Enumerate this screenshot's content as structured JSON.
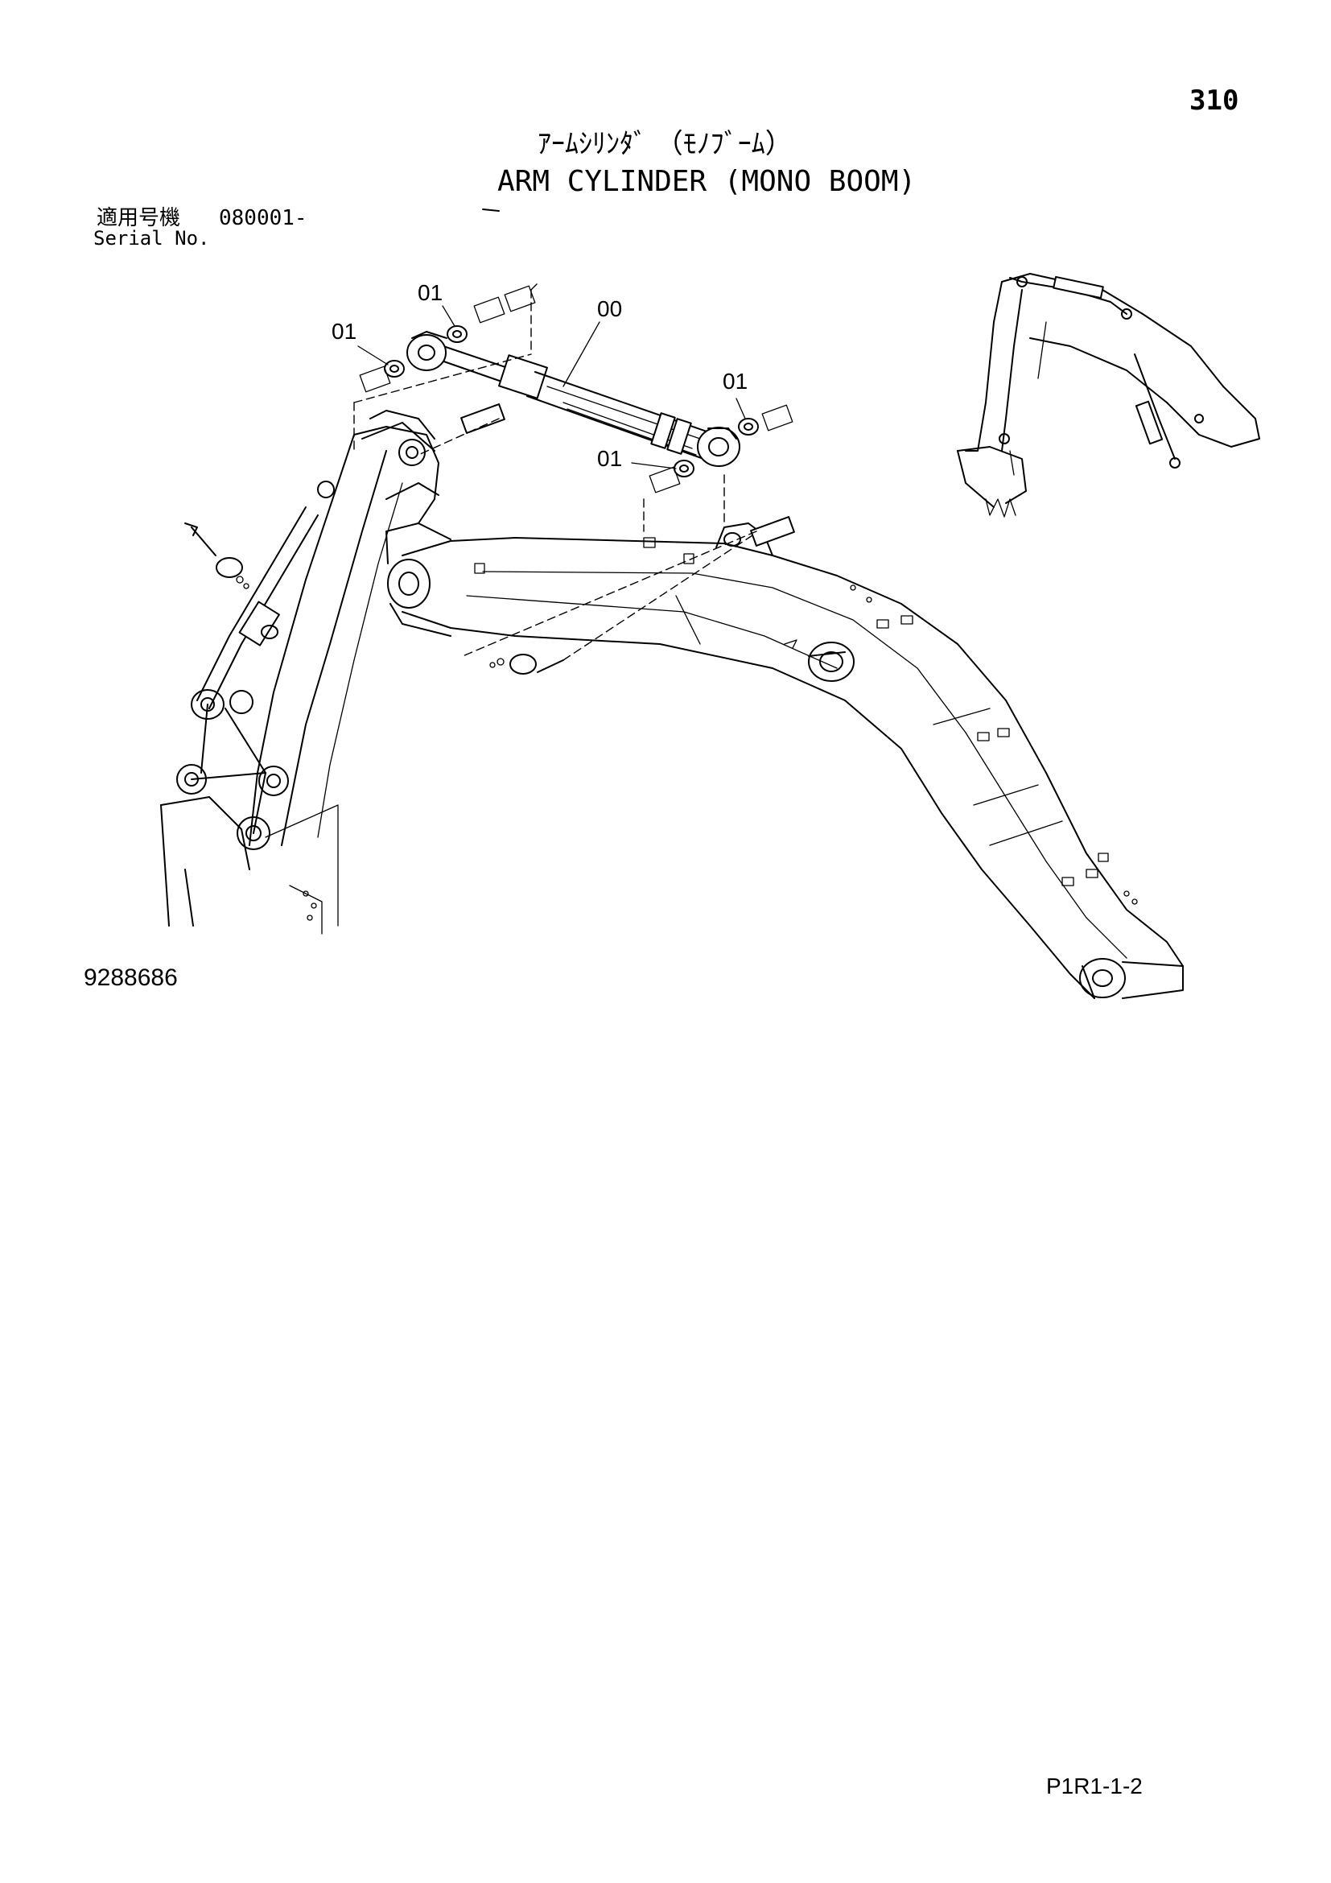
{
  "page": {
    "number": "310",
    "title_jp": "ｱｰﾑｼﾘﾝﾀﾞ （ﾓﾉﾌﾞｰﾑ）",
    "title_en": "ARM CYLINDER (MONO BOOM)",
    "serial_label_jp": "適用号機",
    "serial_value": "080001-",
    "serial_label_en": "Serial No.",
    "figure_code": "9288686",
    "ref_code": "P1R1-1-2"
  },
  "callouts": [
    {
      "label": "01"
    },
    {
      "label": "01"
    },
    {
      "label": "00"
    },
    {
      "label": "01"
    },
    {
      "label": "01"
    }
  ]
}
